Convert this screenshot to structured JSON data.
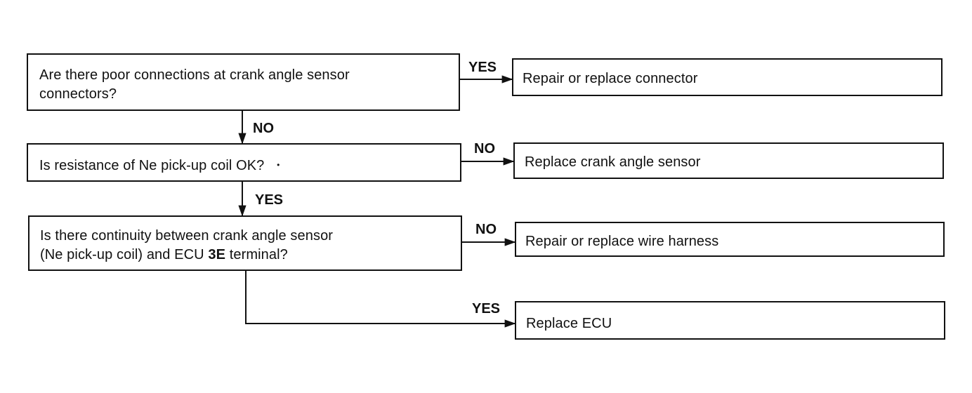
{
  "questions": [
    {
      "line1": "Are there poor connections at crank angle sensor",
      "line2": "connectors?"
    },
    {
      "line1": "Is resistance of Ne pick-up coil OK?",
      "mark": "•"
    },
    {
      "line1": "Is there continuity between crank angle sensor",
      "line2_pre": "(Ne pick-up coil) and ECU ",
      "line2_bold": "3E",
      "line2_post": " terminal?"
    }
  ],
  "actions": [
    {
      "text": "Repair or replace connector"
    },
    {
      "text": "Replace crank angle sensor"
    },
    {
      "text": "Repair or replace wire harness"
    },
    {
      "text": "Replace ECU"
    }
  ],
  "edge_labels": {
    "q1_to_a1": "YES",
    "q1_to_q2": "NO",
    "q2_to_a2": "NO",
    "q2_to_q3": "YES",
    "q3_to_a3": "NO",
    "q3_to_a4": "YES"
  }
}
